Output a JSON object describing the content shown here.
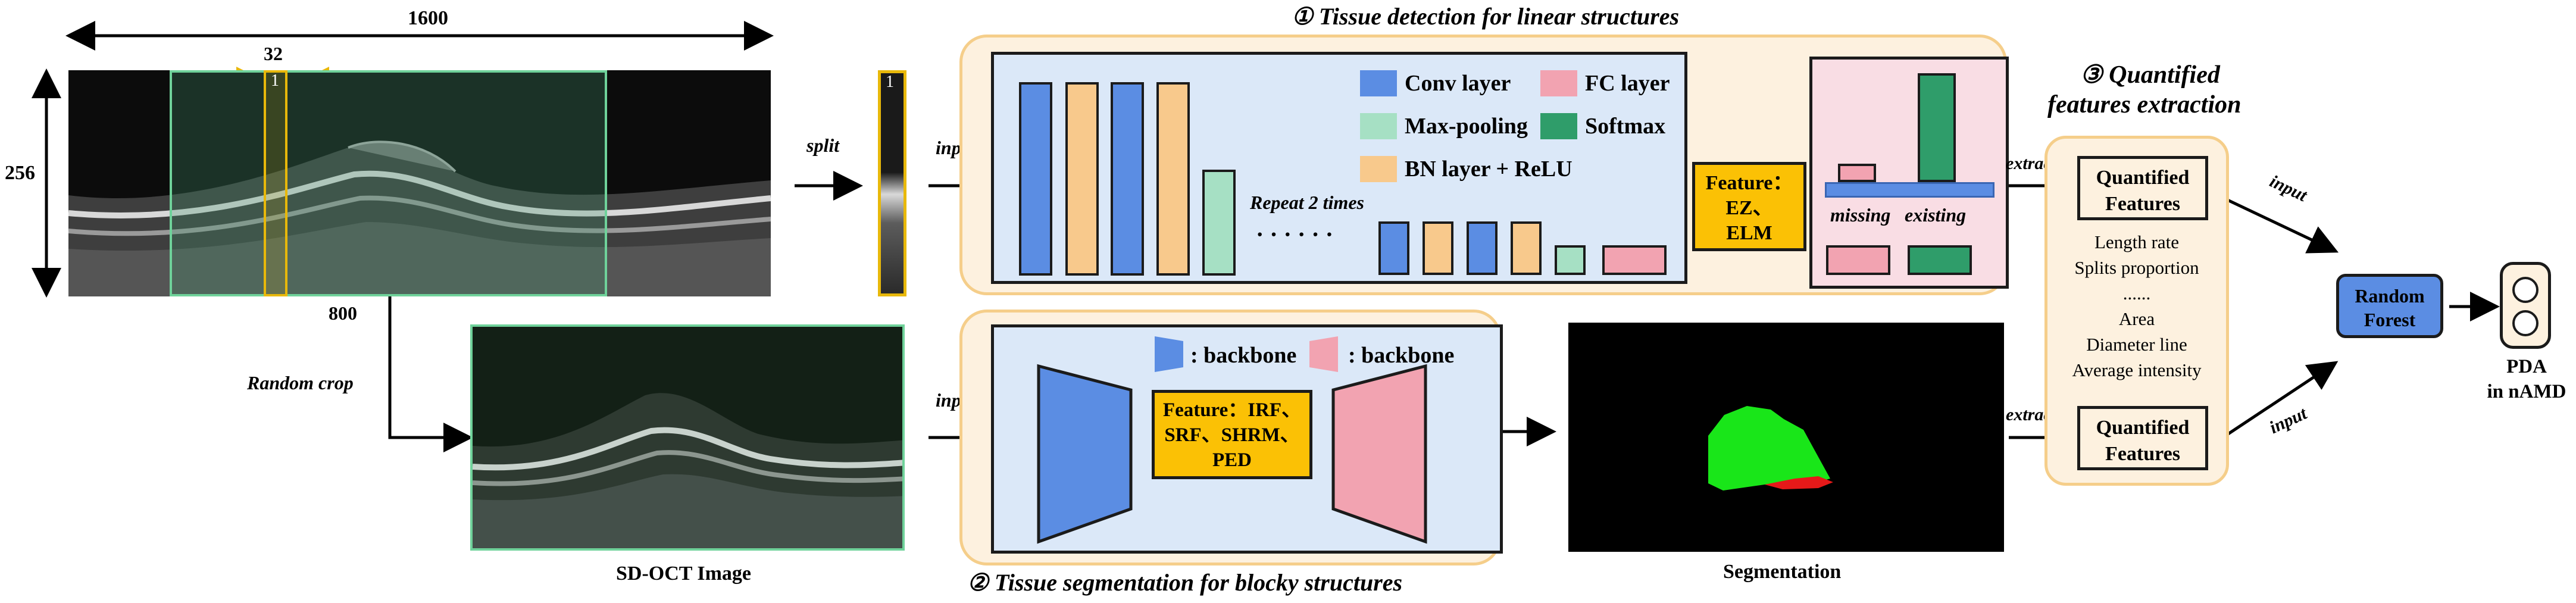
{
  "dimensions": {
    "width_label": "1600",
    "height_label": "256",
    "strip_label": "32",
    "crop_label": "800",
    "strip_index": "1"
  },
  "labels": {
    "split": "split",
    "random_crop": "Random crop",
    "input_1": "input",
    "input_2": "input",
    "input_3": "input",
    "input_4": "input",
    "extract_1": "extract",
    "extract_2": "extract",
    "sd_oct_caption": "SD-OCT Image",
    "segmentation_caption": "Segmentation"
  },
  "stage1": {
    "title": "① Tissue detection for linear structures",
    "legend": {
      "conv": "Conv layer",
      "fc": "FC layer",
      "pool": "Max-pooling",
      "softmax": "Softmax",
      "bn": "BN layer + ReLU"
    },
    "repeat": "Repeat 2 times",
    "dots": "· · · · · ·",
    "feature_line1": "Feature：",
    "feature_line2": "EZ、",
    "feature_line3": "ELM",
    "missing": "missing",
    "existing": "existing"
  },
  "stage2": {
    "title": "② Tissue segmentation for blocky structures",
    "legend_blue": ": backbone",
    "legend_pink": ": backbone",
    "feature_line1": "Feature：IRF、",
    "feature_line2": "SRF、SHRM、",
    "feature_line3": "PED"
  },
  "stage3": {
    "title_line1": "③ Quantified",
    "title_line2": "features extraction",
    "box_top": "Quantified Features",
    "box_bottom": "Quantified Features",
    "features": [
      "Length rate",
      "Splits proportion",
      "......",
      "Area",
      "Diameter line",
      "Average intensity"
    ]
  },
  "output": {
    "classifier": "Random Forest",
    "result_line1": "PDA",
    "result_line2": "in nAMD"
  },
  "colors": {
    "conv": "#5b8de3",
    "bn": "#f8c98c",
    "pool": "#a6e0c4",
    "fc": "#f2a3b1",
    "softmax": "#2f9d6a",
    "feature": "#fbc105",
    "panel": "#fdf1df",
    "seg_green": "#19e619",
    "seg_red": "#e61919",
    "crop_frame": "#6fd29a",
    "strip_frame": "#e8b80a"
  }
}
